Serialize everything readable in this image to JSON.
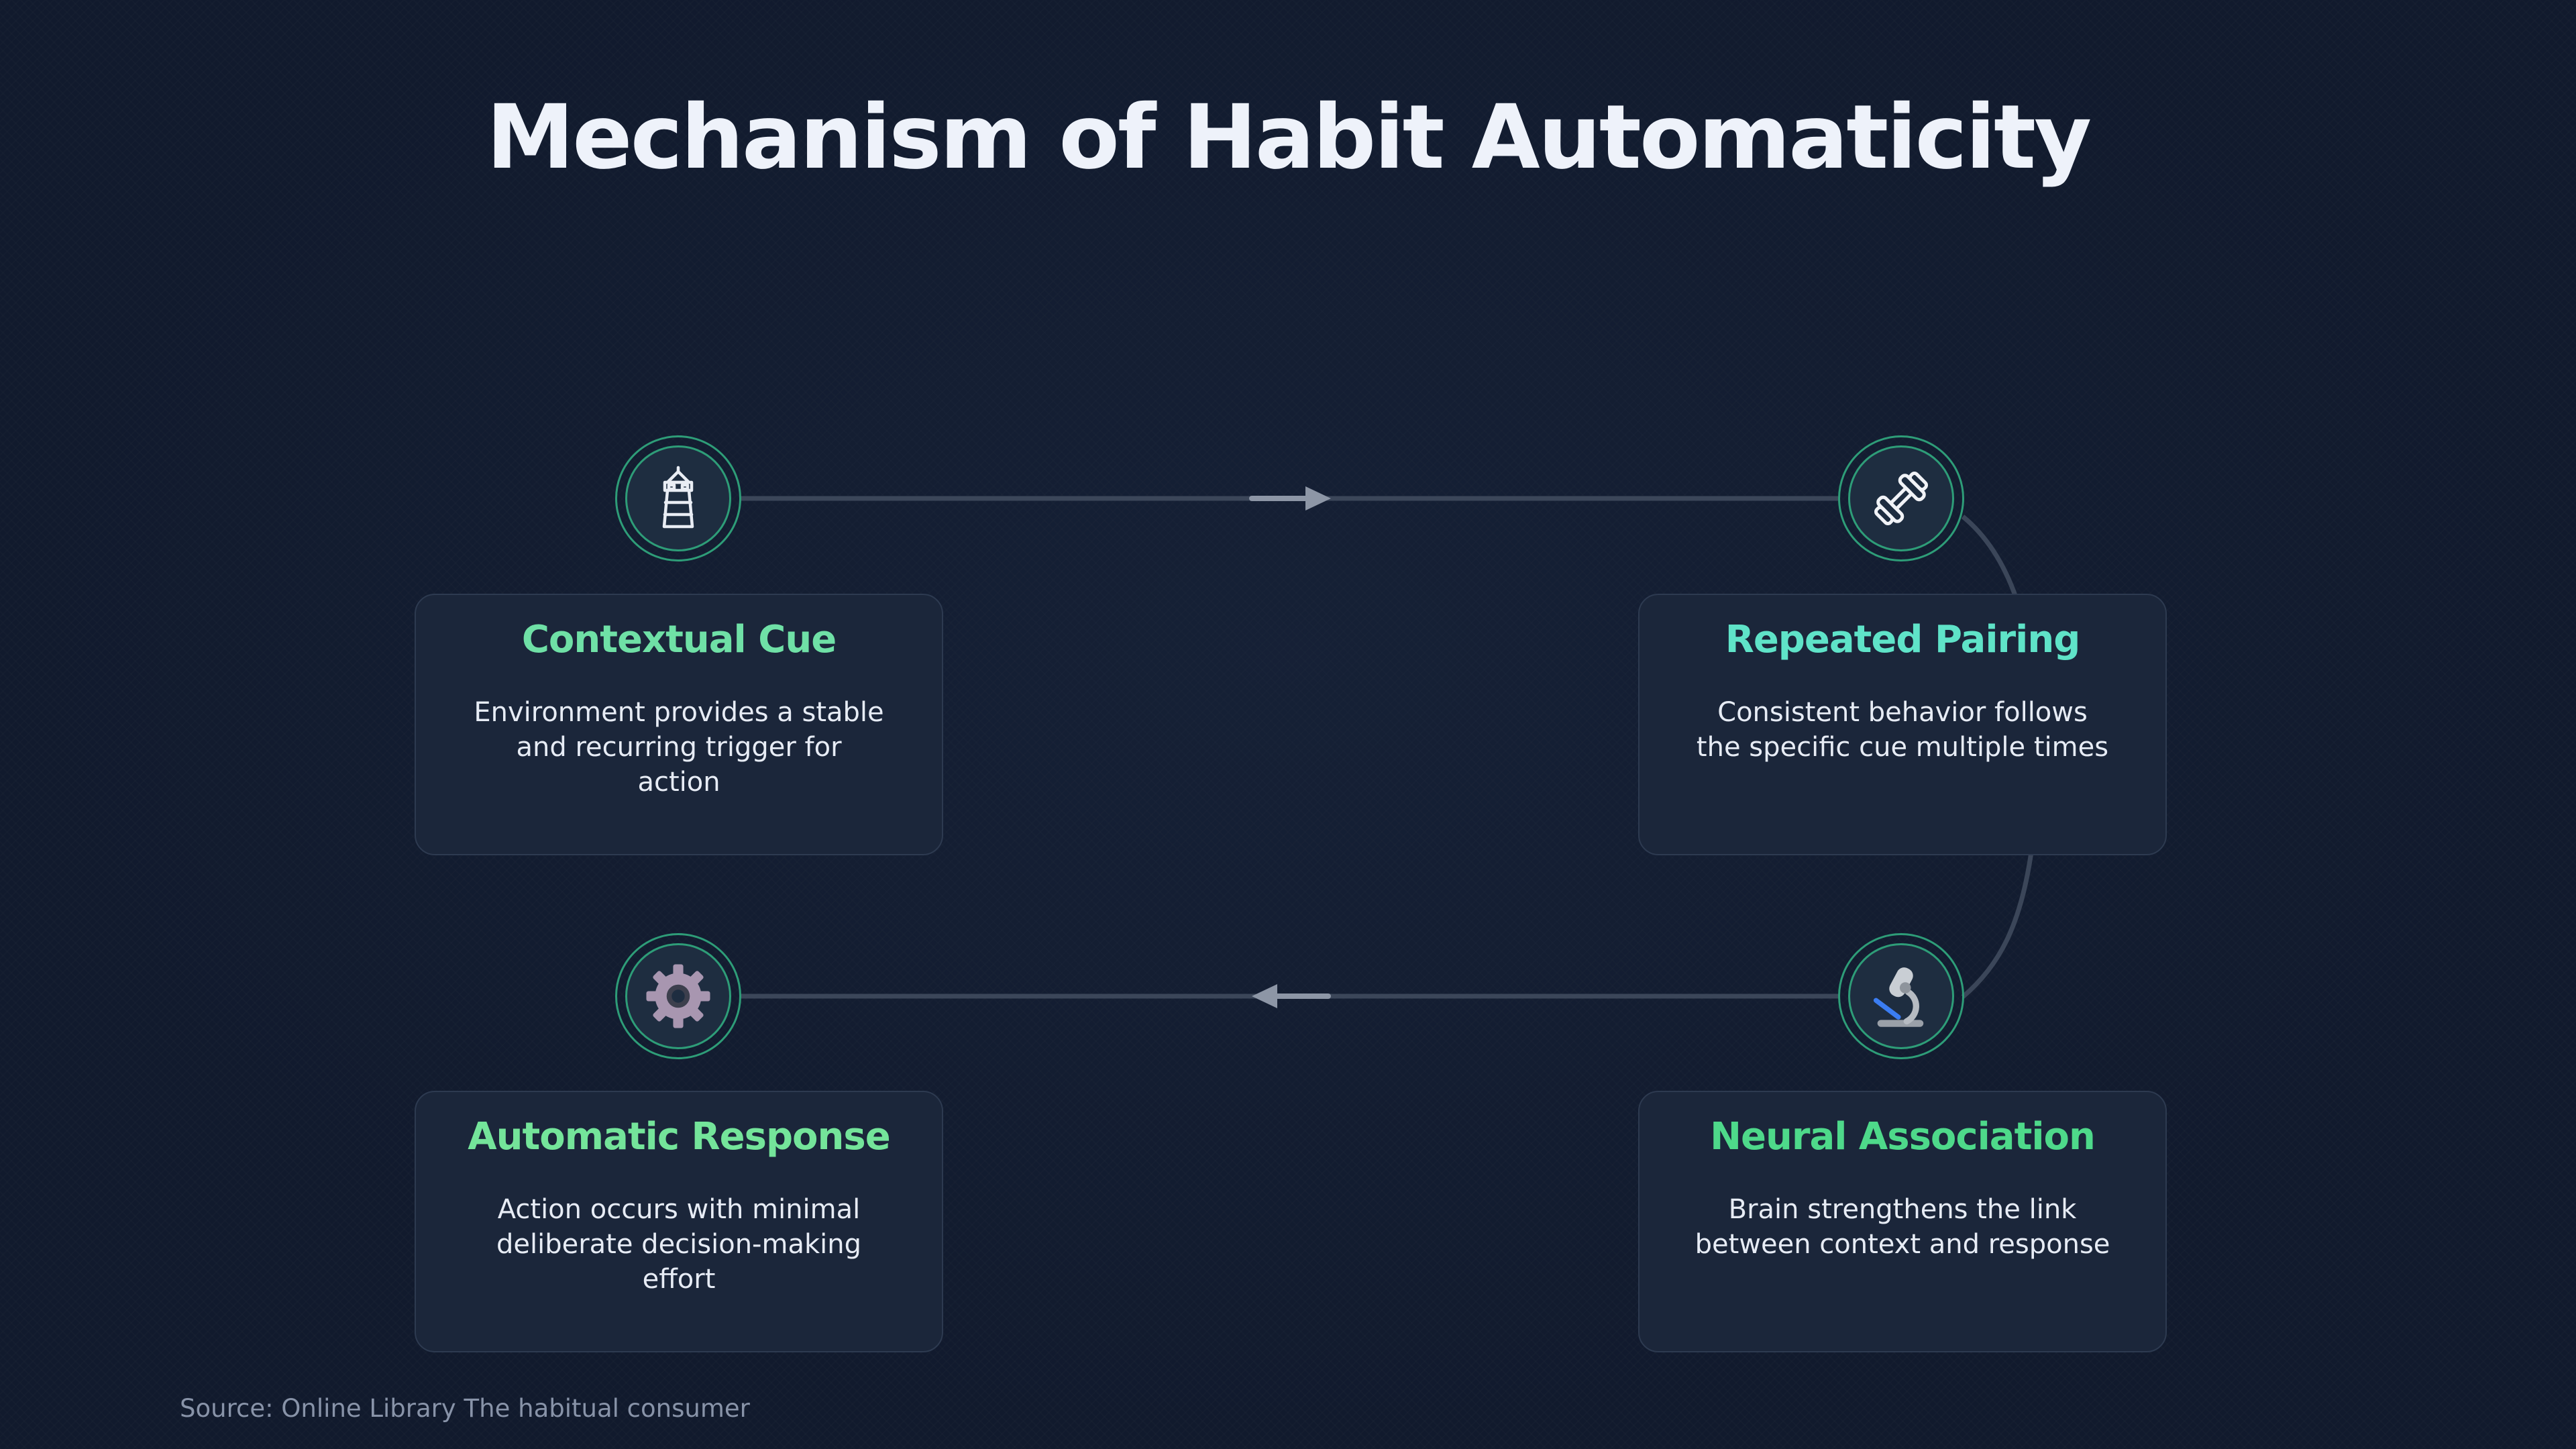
{
  "title": "Mechanism of Habit Automaticity",
  "source": "Source: Online Library The habitual consumer",
  "colors": {
    "background": "#111a2d",
    "card": "#1b263a",
    "ring": "#2e9d78",
    "connector": "#3b4659",
    "arrow": "#8d96a6"
  },
  "steps": [
    {
      "title": "Contextual Cue",
      "description": "Environment provides a stable and recurring trigger for action",
      "icon": "lighthouse-icon",
      "title_color": "#6fe0a6"
    },
    {
      "title": "Repeated Pairing",
      "description": "Consistent behavior follows the specific cue multiple times",
      "icon": "dumbbell-icon",
      "title_color": "#5fe3c8"
    },
    {
      "title": "Neural Association",
      "description": "Brain strengthens the link between context and response",
      "icon": "microscope-icon",
      "title_color": "#4ed98a"
    },
    {
      "title": "Automatic Response",
      "description": "Action occurs with minimal deliberate decision-making effort",
      "icon": "gear-icon",
      "title_color": "#74e49a"
    }
  ]
}
